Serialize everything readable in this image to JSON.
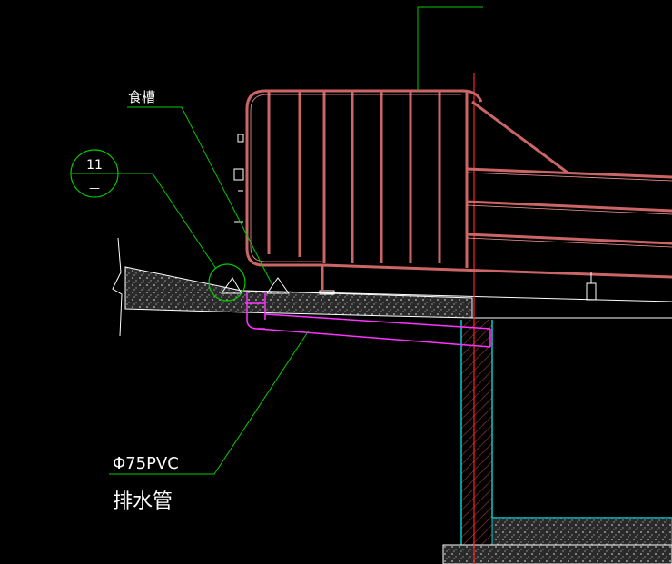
{
  "labels": {
    "trough": "食槽",
    "detail_number": "11",
    "detail_sheet": "—",
    "pipe_spec": "Φ75PVC",
    "pipe_name": "排水管"
  },
  "colors": {
    "background": "#000000",
    "leader": "#00cc00",
    "steel": "#cc6666",
    "steel_highlight": "#ff9999",
    "axis": "#ff2222",
    "pipe": "#ff33ff",
    "wall": "#00cccc",
    "concrete_fill": "#5a5a5a",
    "text": "#ffffff"
  }
}
